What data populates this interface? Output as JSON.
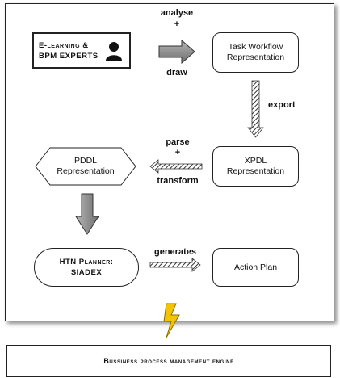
{
  "experts_box": {
    "line1": "E-learning &",
    "line2": "BPM EXPERTS"
  },
  "task_workflow": {
    "line1": "Task Workflow",
    "line2": "Representation"
  },
  "xpdl": {
    "line1": "XPDL",
    "line2": "Representation"
  },
  "pddl": {
    "line1": "PDDL",
    "line2": "Representation"
  },
  "htn": {
    "line1": "HTN Planner:",
    "line2": "SIADEX"
  },
  "action_plan": {
    "label": "Action Plan"
  },
  "labels": {
    "analyse": "analyse",
    "plus1": "+",
    "draw": "draw",
    "export": "export",
    "parse": "parse",
    "plus2": "+",
    "transform": "transform",
    "generates": "generates"
  },
  "engine": {
    "label": "Bussiness process management engine"
  },
  "icons": [
    "person-icon",
    "lightning-bolt-icon"
  ],
  "colors": {
    "arrow_fill": "#8a8a8a",
    "bolt": "#f5c400"
  }
}
